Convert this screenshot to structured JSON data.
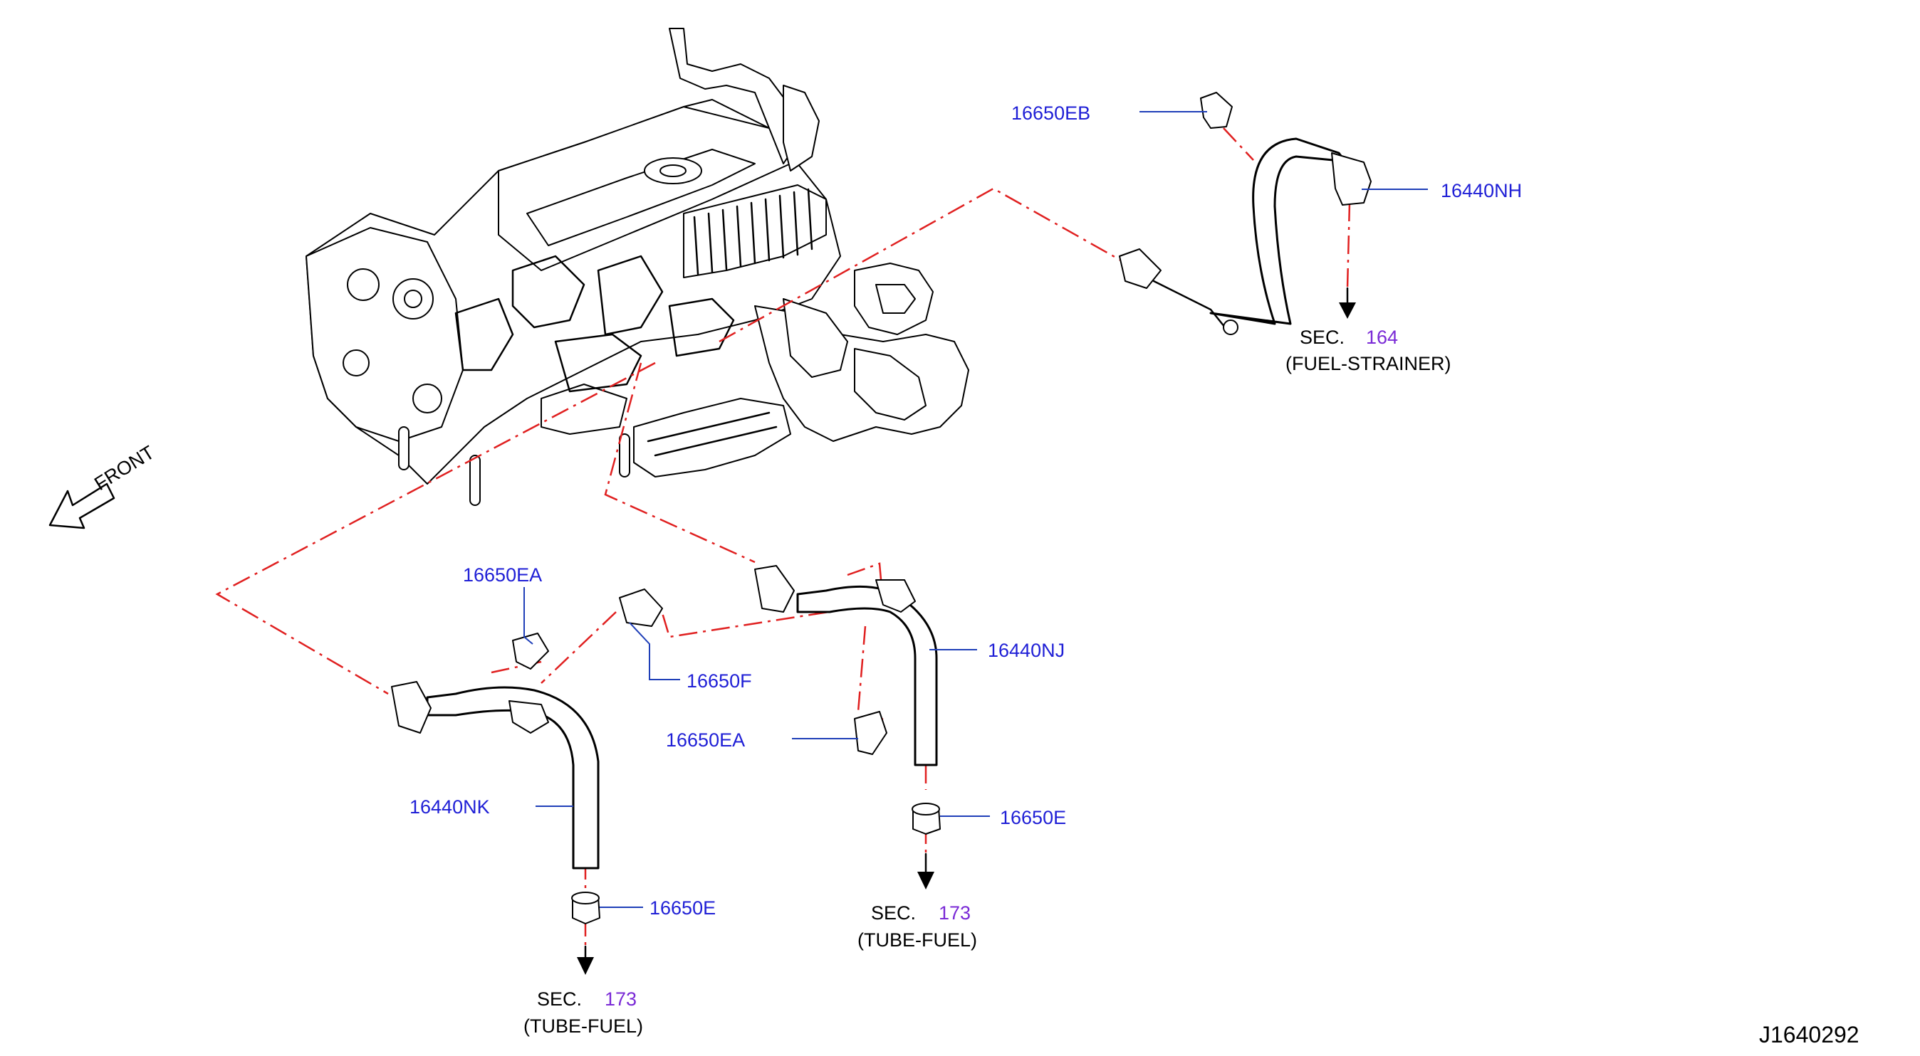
{
  "parts": {
    "p16650EB": "16650EB",
    "p16440NH": "16440NH",
    "p16650EA_a": "16650EA",
    "p16650F": "16650F",
    "p16440NJ": "16440NJ",
    "p16650EA_b": "16650EA",
    "p16440NK": "16440NK",
    "p16650E_a": "16650E",
    "p16650E_b": "16650E"
  },
  "sections": {
    "strainer": {
      "sec": "SEC.",
      "num": "164",
      "desc": "(FUEL-STRAINER)"
    },
    "fuel_left": {
      "sec": "SEC.",
      "num": "173",
      "desc": "(TUBE-FUEL)"
    },
    "fuel_right": {
      "sec": "SEC.",
      "num": "173",
      "desc": "(TUBE-FUEL)"
    }
  },
  "front_label": "FRONT",
  "diagram_code": "J1640292",
  "colors": {
    "part_label": "#1f1fd6",
    "section_number": "#7a2ad6",
    "dash_line": "#e02020",
    "leader": "#1f3fb8"
  }
}
